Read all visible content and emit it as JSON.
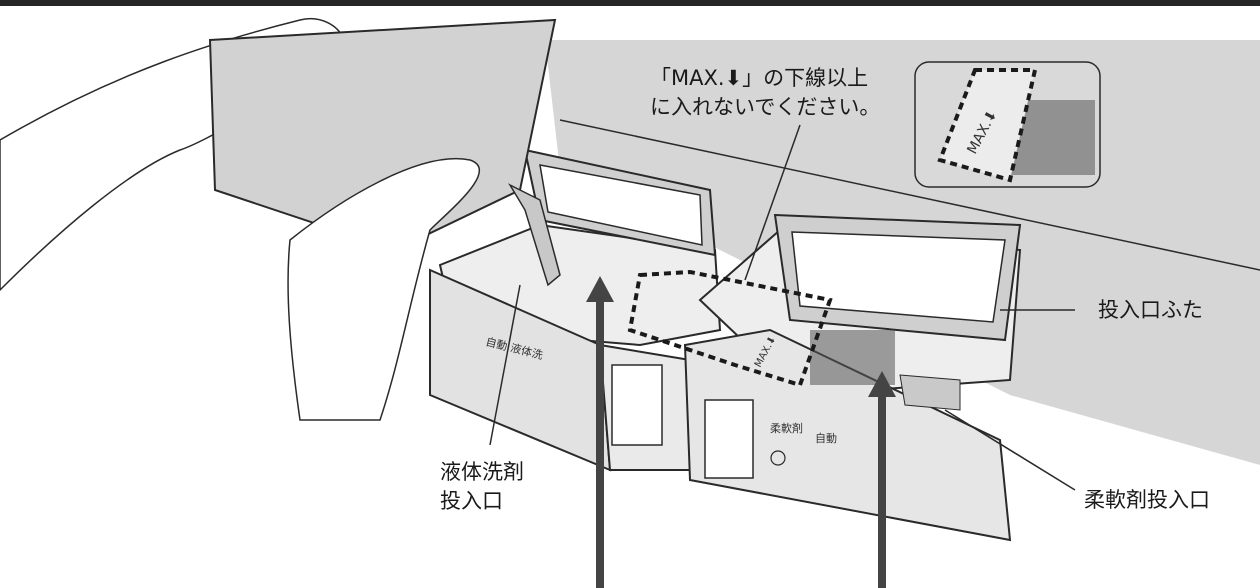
{
  "callouts": {
    "max_warning": {
      "line1": "「MAX.⬇」の下線以上",
      "line2": "に入れないでください。"
    },
    "lid": "投入口ふた",
    "liquid_detergent_inlet": {
      "line1": "液体洗剤",
      "line2": "投入口"
    },
    "softener_inlet": "柔軟剤投入口"
  },
  "drawer_markings": {
    "left_front": "自動 液体洗",
    "right_front_1": "柔軟剤",
    "right_front_2": "自動",
    "max_mark": "MAX.⬇"
  },
  "colors": {
    "top_bar": "#262626",
    "background_wall": "#d6d6d6",
    "drawer_fill": "#e6e6e6",
    "outline": "#2a2a2a"
  }
}
